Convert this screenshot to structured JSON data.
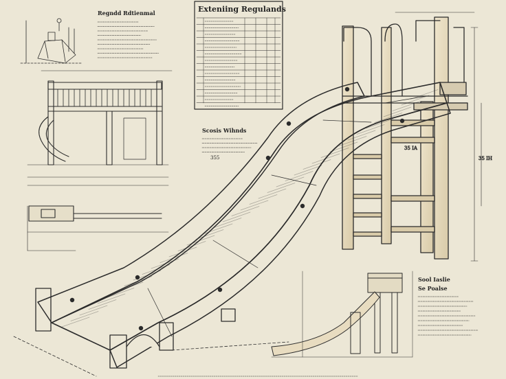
{
  "title": "Exteniing Regulands",
  "headings": {
    "notes_top": "Regndd Rdtienmal",
    "notes_mid": "Scosis Wihnds",
    "notes_right_1": "Sool Iaslie",
    "notes_right_2": "Se Poalse"
  },
  "labels": {
    "dim_a": "355",
    "dim_b": "35 IA",
    "dim_c": "35 IH"
  },
  "colors": {
    "paper": "#ece7d6",
    "ink": "#2b2b2b",
    "wood": "#e8dcc0",
    "wood_dark": "#8a7a62",
    "shade": "#bdb29a"
  }
}
